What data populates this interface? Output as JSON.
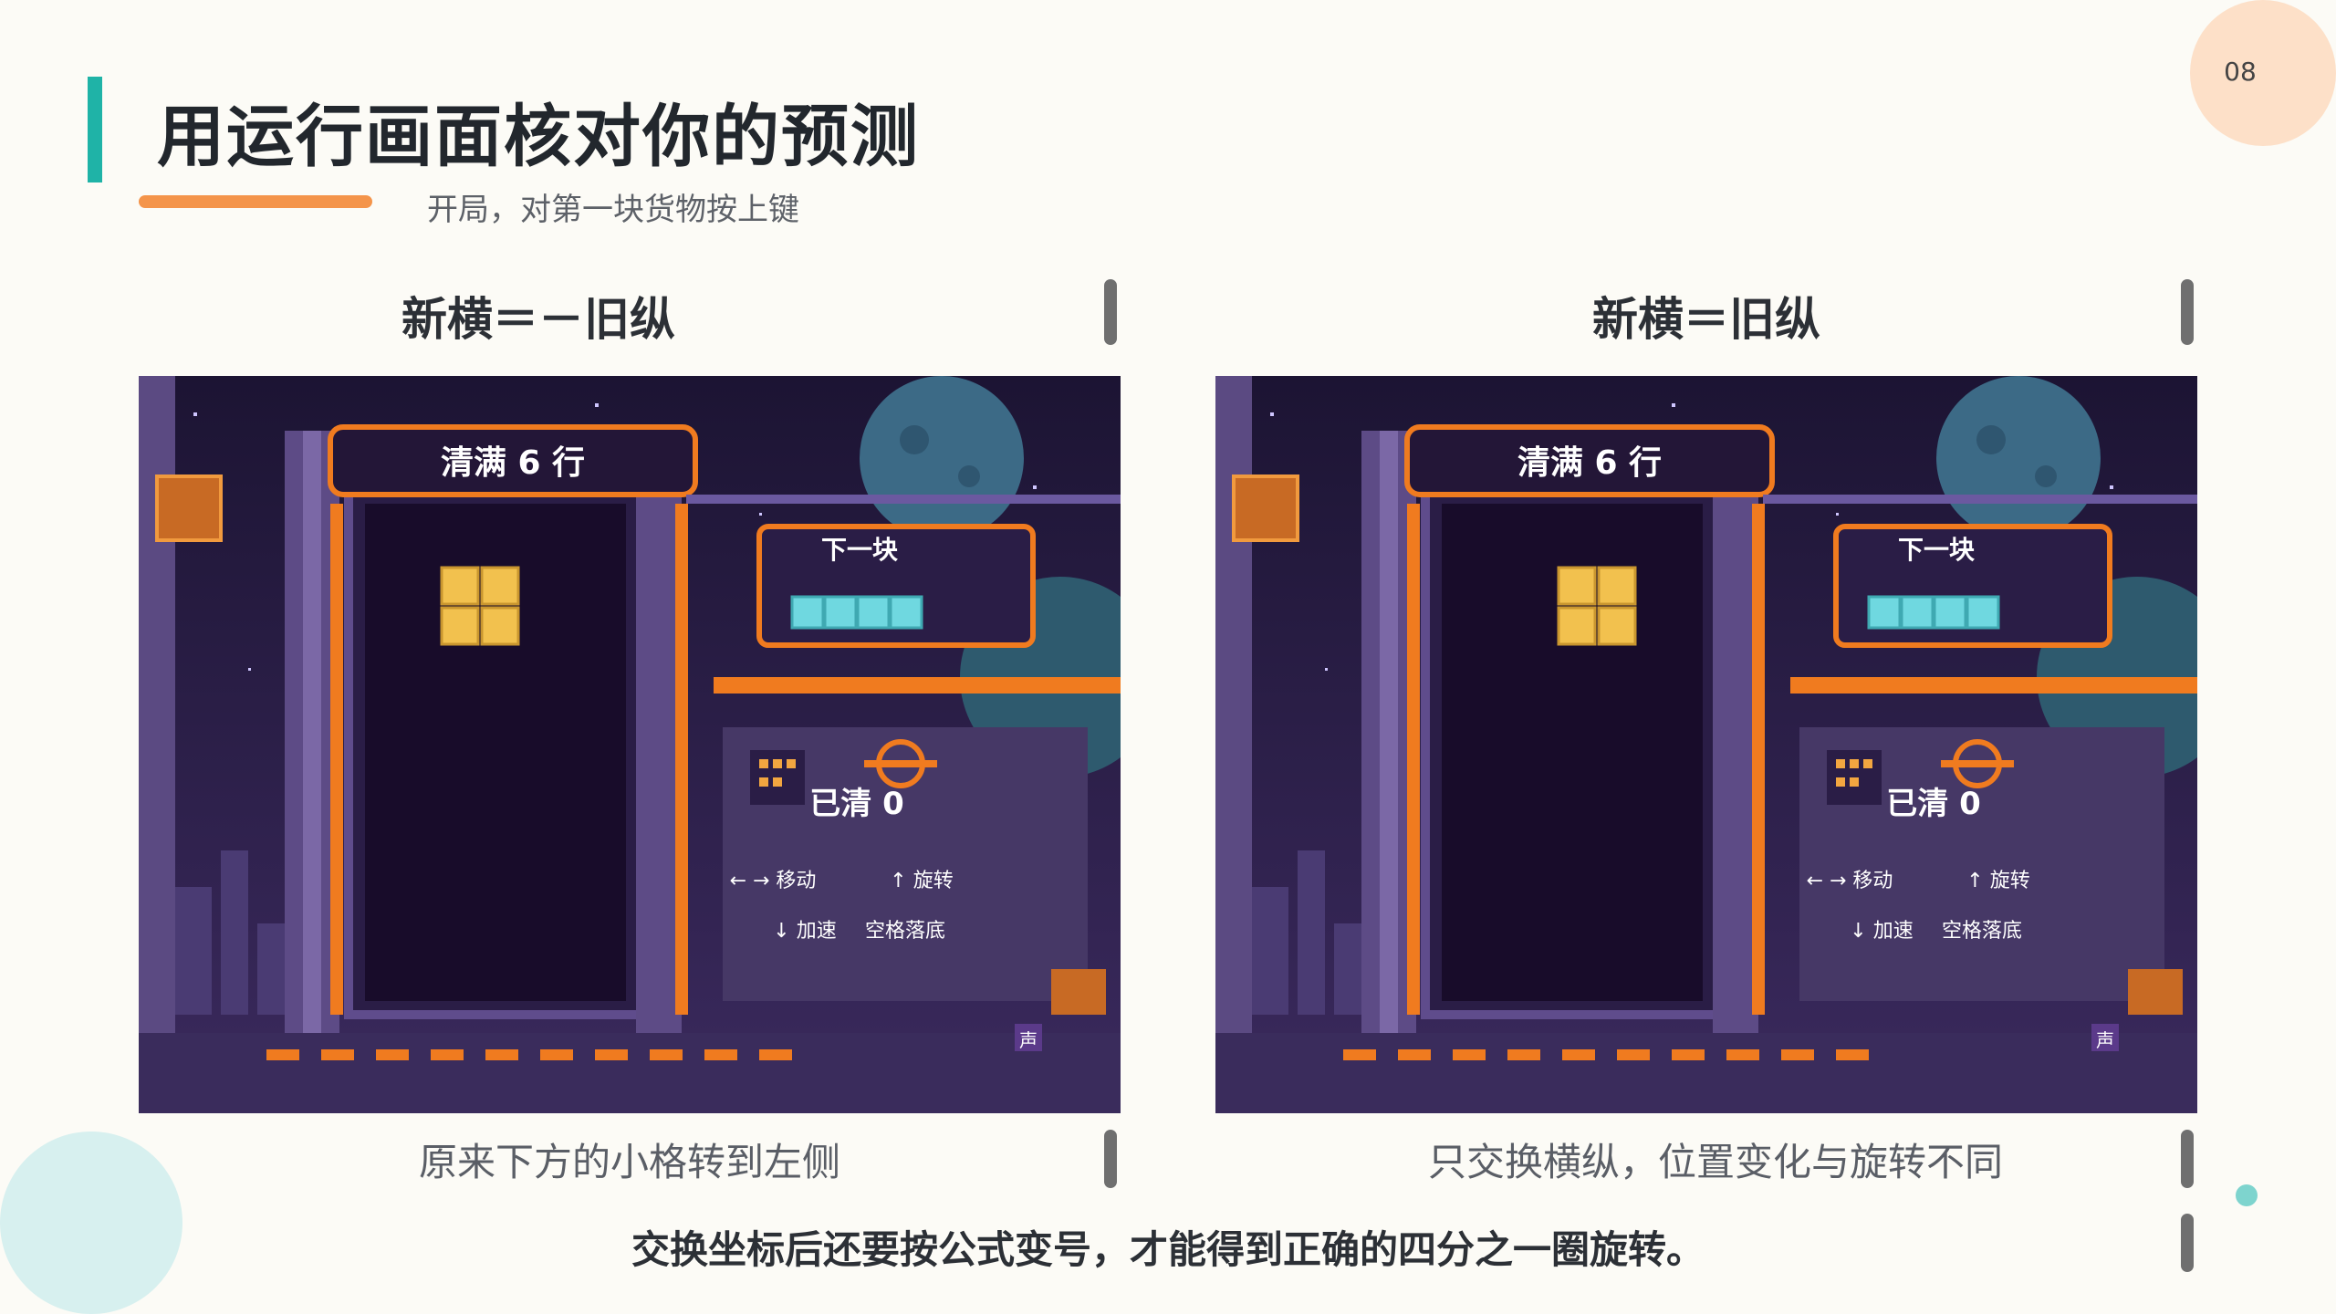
{
  "slide": {
    "title": "用运行画面核对你的预测",
    "subtitle": "开局，对第一块货物按上键",
    "page_number": "08",
    "accent_color": "#1fb3a7",
    "underline_color": "#f4944a"
  },
  "left": {
    "heading": "新横＝－旧纵",
    "caption": "原来下方的小格转到左侧"
  },
  "right": {
    "heading": "新横＝旧纵",
    "caption": "只交换横纵，位置变化与旋转不同"
  },
  "game": {
    "goal_label": "清满 6 行",
    "next_label": "下一块",
    "cleared_label": "已清 0",
    "controls_move": "← → 移动",
    "controls_rotate": "↑ 旋转",
    "controls_speed": "↓ 加速",
    "controls_drop": "空格落底",
    "sound_label": "声",
    "current_piece_color": "#f2c14e",
    "next_piece_color": "#6fd8e0"
  },
  "conclusion": "交换坐标后还要按公式变号，才能得到正确的四分之一圈旋转。"
}
